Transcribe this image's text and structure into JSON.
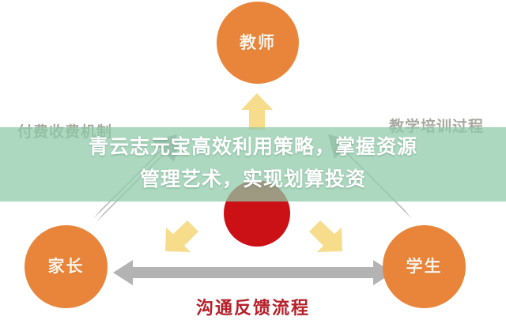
{
  "overlay": {
    "band_color": "#8ecba8",
    "headline_lines": [
      "青云志元宝高效利用策略，掌握资源",
      "管理艺术，实现划算投资"
    ],
    "headline_color": "#ffffff"
  },
  "diagram": {
    "nodes": [
      {
        "id": "teacher",
        "label": "教师",
        "color": "#e8853a",
        "label_color": "#fdf3e8"
      },
      {
        "id": "parent",
        "label": "家长",
        "color": "#e8853a",
        "label_color": "#fdf3e8"
      },
      {
        "id": "student",
        "label": "学生",
        "color": "#e8853a",
        "label_color": "#fdf3e8"
      }
    ],
    "hub": {
      "color": "#cc1116"
    },
    "captions": {
      "left": "付费收费机制",
      "right": "教学培训过程",
      "bottom": "沟通反馈流程",
      "bottom_color": "#b5202a",
      "side_color": "#9a9a90"
    },
    "arrows": {
      "gray_color": "#b3b3b3",
      "yellow_color": "#f7dc8c",
      "items": [
        {
          "name": "parent-to-teacher",
          "style": "gray",
          "direction": "up-right"
        },
        {
          "name": "student-to-teacher",
          "style": "gray",
          "direction": "up-left"
        },
        {
          "name": "parent-student-bidirectional",
          "style": "gray",
          "direction": "horizontal-both"
        },
        {
          "name": "hub-to-teacher",
          "style": "yellow",
          "direction": "up"
        },
        {
          "name": "hub-to-parent",
          "style": "yellow",
          "direction": "down-left"
        },
        {
          "name": "hub-to-student",
          "style": "yellow",
          "direction": "down-right"
        }
      ]
    }
  }
}
